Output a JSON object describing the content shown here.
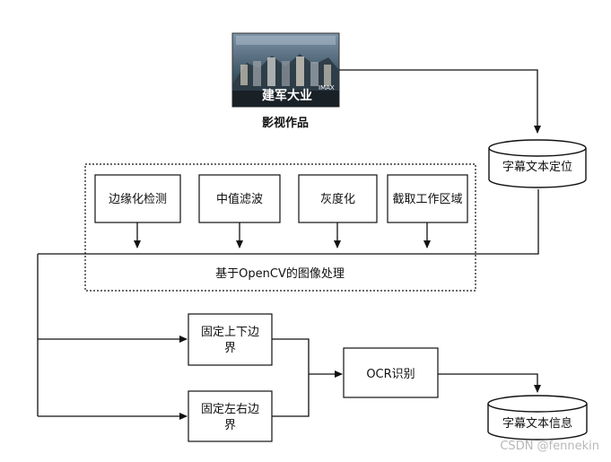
{
  "poster": {
    "caption": "影视作品",
    "title": "建军大业"
  },
  "database_top": {
    "label": "字幕文本定位"
  },
  "processing_group": {
    "label": "基于OpenCV的图像处理",
    "steps": [
      "边缘化检测",
      "中值滤波",
      "灰度化",
      "截取工作区域"
    ]
  },
  "boundaries": {
    "top_bottom_line1": "固定上下边",
    "top_bottom_line2": "界",
    "left_right_line1": "固定左右边",
    "left_right_line2": "界"
  },
  "ocr": {
    "label": "OCR识别"
  },
  "database_bottom": {
    "label": "字幕文本信息"
  },
  "watermark": "CSDN @fennekin",
  "colors": {
    "line": "#111111",
    "box_border": "#111111",
    "background": "#ffffff"
  }
}
